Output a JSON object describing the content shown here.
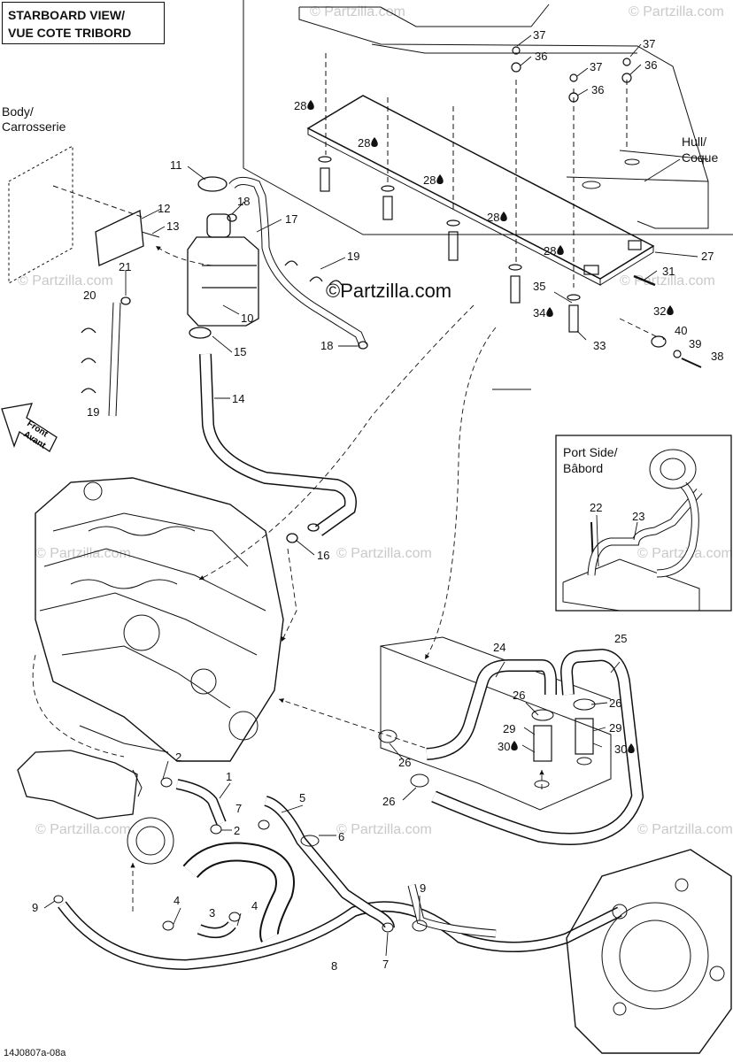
{
  "view_title": [
    "STARBOARD VIEW/",
    "VUE COTE TRIBORD"
  ],
  "labels": {
    "body": [
      "Body/",
      "Carrosserie"
    ],
    "hull": [
      "Hull/",
      "Coque"
    ],
    "port_side": [
      "Port Side/",
      "Bâbord"
    ],
    "front": [
      "Front",
      "Avant"
    ]
  },
  "watermark": "© Partzilla.com",
  "watermark_main": "©Partzilla.com",
  "drawing_code": "14J0807a-08a",
  "callouts": [
    {
      "id": "c37a",
      "text": "37"
    },
    {
      "id": "c36a",
      "text": "36"
    },
    {
      "id": "c37b",
      "text": "37"
    },
    {
      "id": "c36b",
      "text": "36"
    },
    {
      "id": "c37c",
      "text": "37"
    },
    {
      "id": "c36c",
      "text": "36"
    },
    {
      "id": "c28a",
      "text": "28"
    },
    {
      "id": "c28b",
      "text": "28"
    },
    {
      "id": "c28c",
      "text": "28"
    },
    {
      "id": "c28d",
      "text": "28"
    },
    {
      "id": "c28e",
      "text": "28"
    },
    {
      "id": "c27",
      "text": "27"
    },
    {
      "id": "c31",
      "text": "31"
    },
    {
      "id": "c32",
      "text": "32"
    },
    {
      "id": "c35",
      "text": "35"
    },
    {
      "id": "c34",
      "text": "34"
    },
    {
      "id": "c33",
      "text": "33"
    },
    {
      "id": "c40",
      "text": "40"
    },
    {
      "id": "c39",
      "text": "39"
    },
    {
      "id": "c38",
      "text": "38"
    },
    {
      "id": "c11",
      "text": "11"
    },
    {
      "id": "c12",
      "text": "12"
    },
    {
      "id": "c13",
      "text": "13"
    },
    {
      "id": "c18a",
      "text": "18"
    },
    {
      "id": "c17",
      "text": "17"
    },
    {
      "id": "c19a",
      "text": "19"
    },
    {
      "id": "c21",
      "text": "21"
    },
    {
      "id": "c20",
      "text": "20"
    },
    {
      "id": "c10",
      "text": "10"
    },
    {
      "id": "c15",
      "text": "15"
    },
    {
      "id": "c18b",
      "text": "18"
    },
    {
      "id": "c14",
      "text": "14"
    },
    {
      "id": "c19b",
      "text": "19"
    },
    {
      "id": "c16",
      "text": "16"
    },
    {
      "id": "c22",
      "text": "22"
    },
    {
      "id": "c23",
      "text": "23"
    },
    {
      "id": "c24",
      "text": "24"
    },
    {
      "id": "c25",
      "text": "25"
    },
    {
      "id": "c26a",
      "text": "26"
    },
    {
      "id": "c26b",
      "text": "26"
    },
    {
      "id": "c26c",
      "text": "26"
    },
    {
      "id": "c26d",
      "text": "26"
    },
    {
      "id": "c29a",
      "text": "29"
    },
    {
      "id": "c29b",
      "text": "29"
    },
    {
      "id": "c30a",
      "text": "30"
    },
    {
      "id": "c30b",
      "text": "30"
    },
    {
      "id": "c2a",
      "text": "2"
    },
    {
      "id": "c1",
      "text": "1"
    },
    {
      "id": "c2b",
      "text": "2"
    },
    {
      "id": "c7a",
      "text": "7"
    },
    {
      "id": "c5",
      "text": "5"
    },
    {
      "id": "c6",
      "text": "6"
    },
    {
      "id": "c3",
      "text": "3"
    },
    {
      "id": "c4a",
      "text": "4"
    },
    {
      "id": "c4b",
      "text": "4"
    },
    {
      "id": "c8",
      "text": "8"
    },
    {
      "id": "c9a",
      "text": "9"
    },
    {
      "id": "c9b",
      "text": "9"
    },
    {
      "id": "c7b",
      "text": "7"
    }
  ]
}
